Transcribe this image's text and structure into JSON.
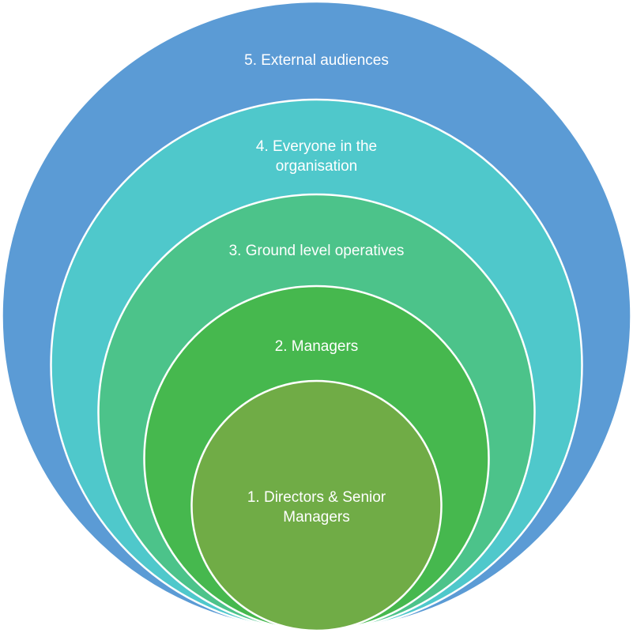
{
  "diagram": {
    "type": "nested-circles",
    "rings": [
      {
        "level": 5,
        "lines": [
          "5. External audiences"
        ],
        "color": "#5b9bd5"
      },
      {
        "level": 4,
        "lines": [
          "4. Everyone in the",
          "organisation"
        ],
        "color": "#4fc8cb"
      },
      {
        "level": 3,
        "lines": [
          "3. Ground level operatives"
        ],
        "color": "#4cc38a"
      },
      {
        "level": 2,
        "lines": [
          "2. Managers"
        ],
        "color": "#46b84e"
      },
      {
        "level": 1,
        "lines": [
          "1. Directors & Senior",
          "Managers"
        ],
        "color": "#70ac46"
      }
    ],
    "outline_color": "#ffffff"
  }
}
